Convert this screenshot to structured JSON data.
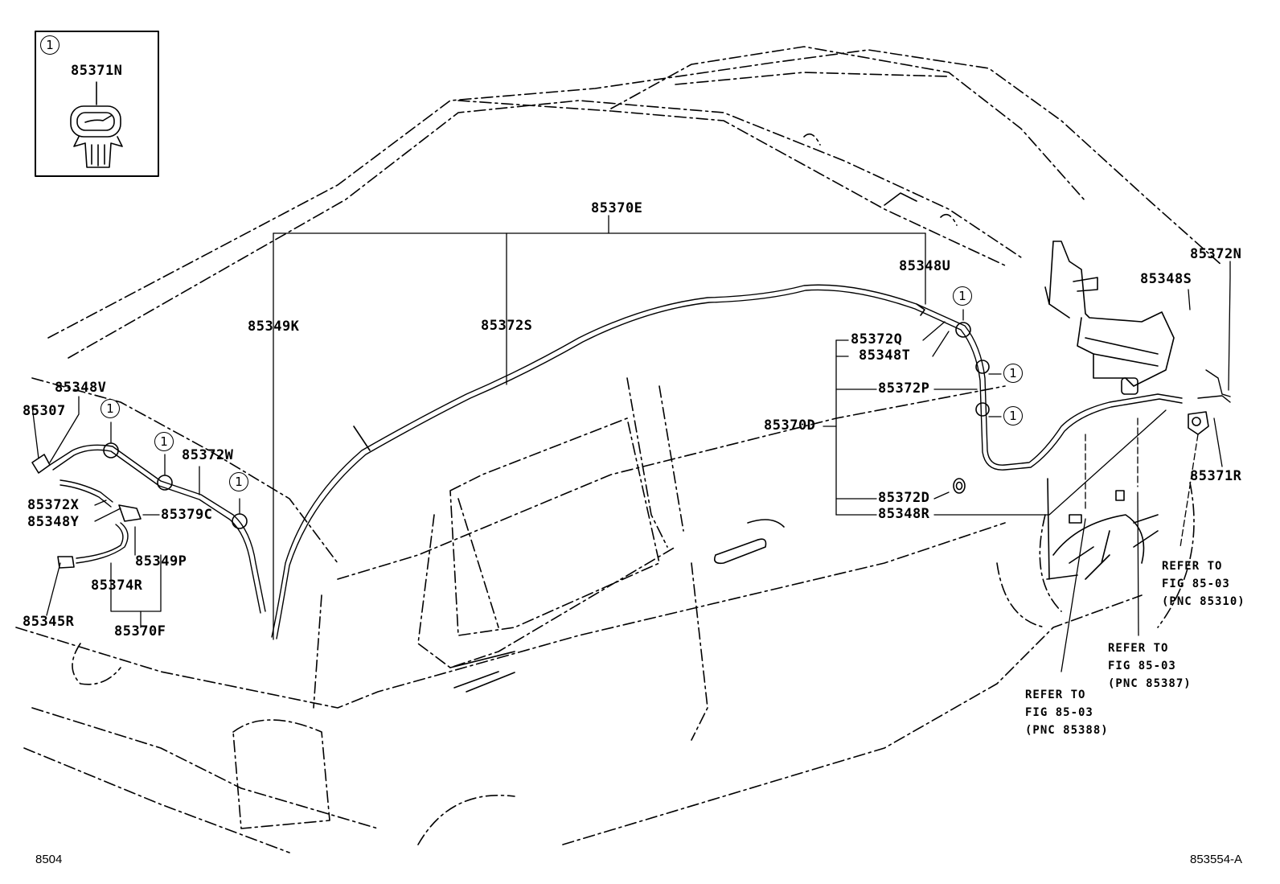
{
  "inset": {
    "callout": "1",
    "part": "85371N"
  },
  "callout_symbol": "1",
  "labels": {
    "p85370E": "85370E",
    "p85349K": "85349K",
    "p85372S": "85372S",
    "p85348U": "85348U",
    "p85372Q": "85372Q",
    "p85348T": "85348T",
    "p85372P": "85372P",
    "p85370D": "85370D",
    "p85372D": "85372D",
    "p85348R": "85348R",
    "p85348S": "85348S",
    "p85372N": "85372N",
    "p85371R": "85371R",
    "p85348V": "85348V",
    "p85307": "85307",
    "p85372W": "85372W",
    "p85372X": "85372X",
    "p85348Y": "85348Y",
    "p85379C": "85379C",
    "p85349P": "85349P",
    "p85374R": "85374R",
    "p85345R": "85345R",
    "p85370F": "85370F"
  },
  "references": {
    "ref1": "REFER TO\nFIG 85-03\n(PNC 85310)",
    "ref2": "REFER TO\nFIG 85-03\n(PNC 85387)",
    "ref3": "REFER TO\nFIG 85-03\n(PNC 85388)"
  },
  "footer": {
    "page_code": "8504",
    "figure_code": "853554-A"
  }
}
